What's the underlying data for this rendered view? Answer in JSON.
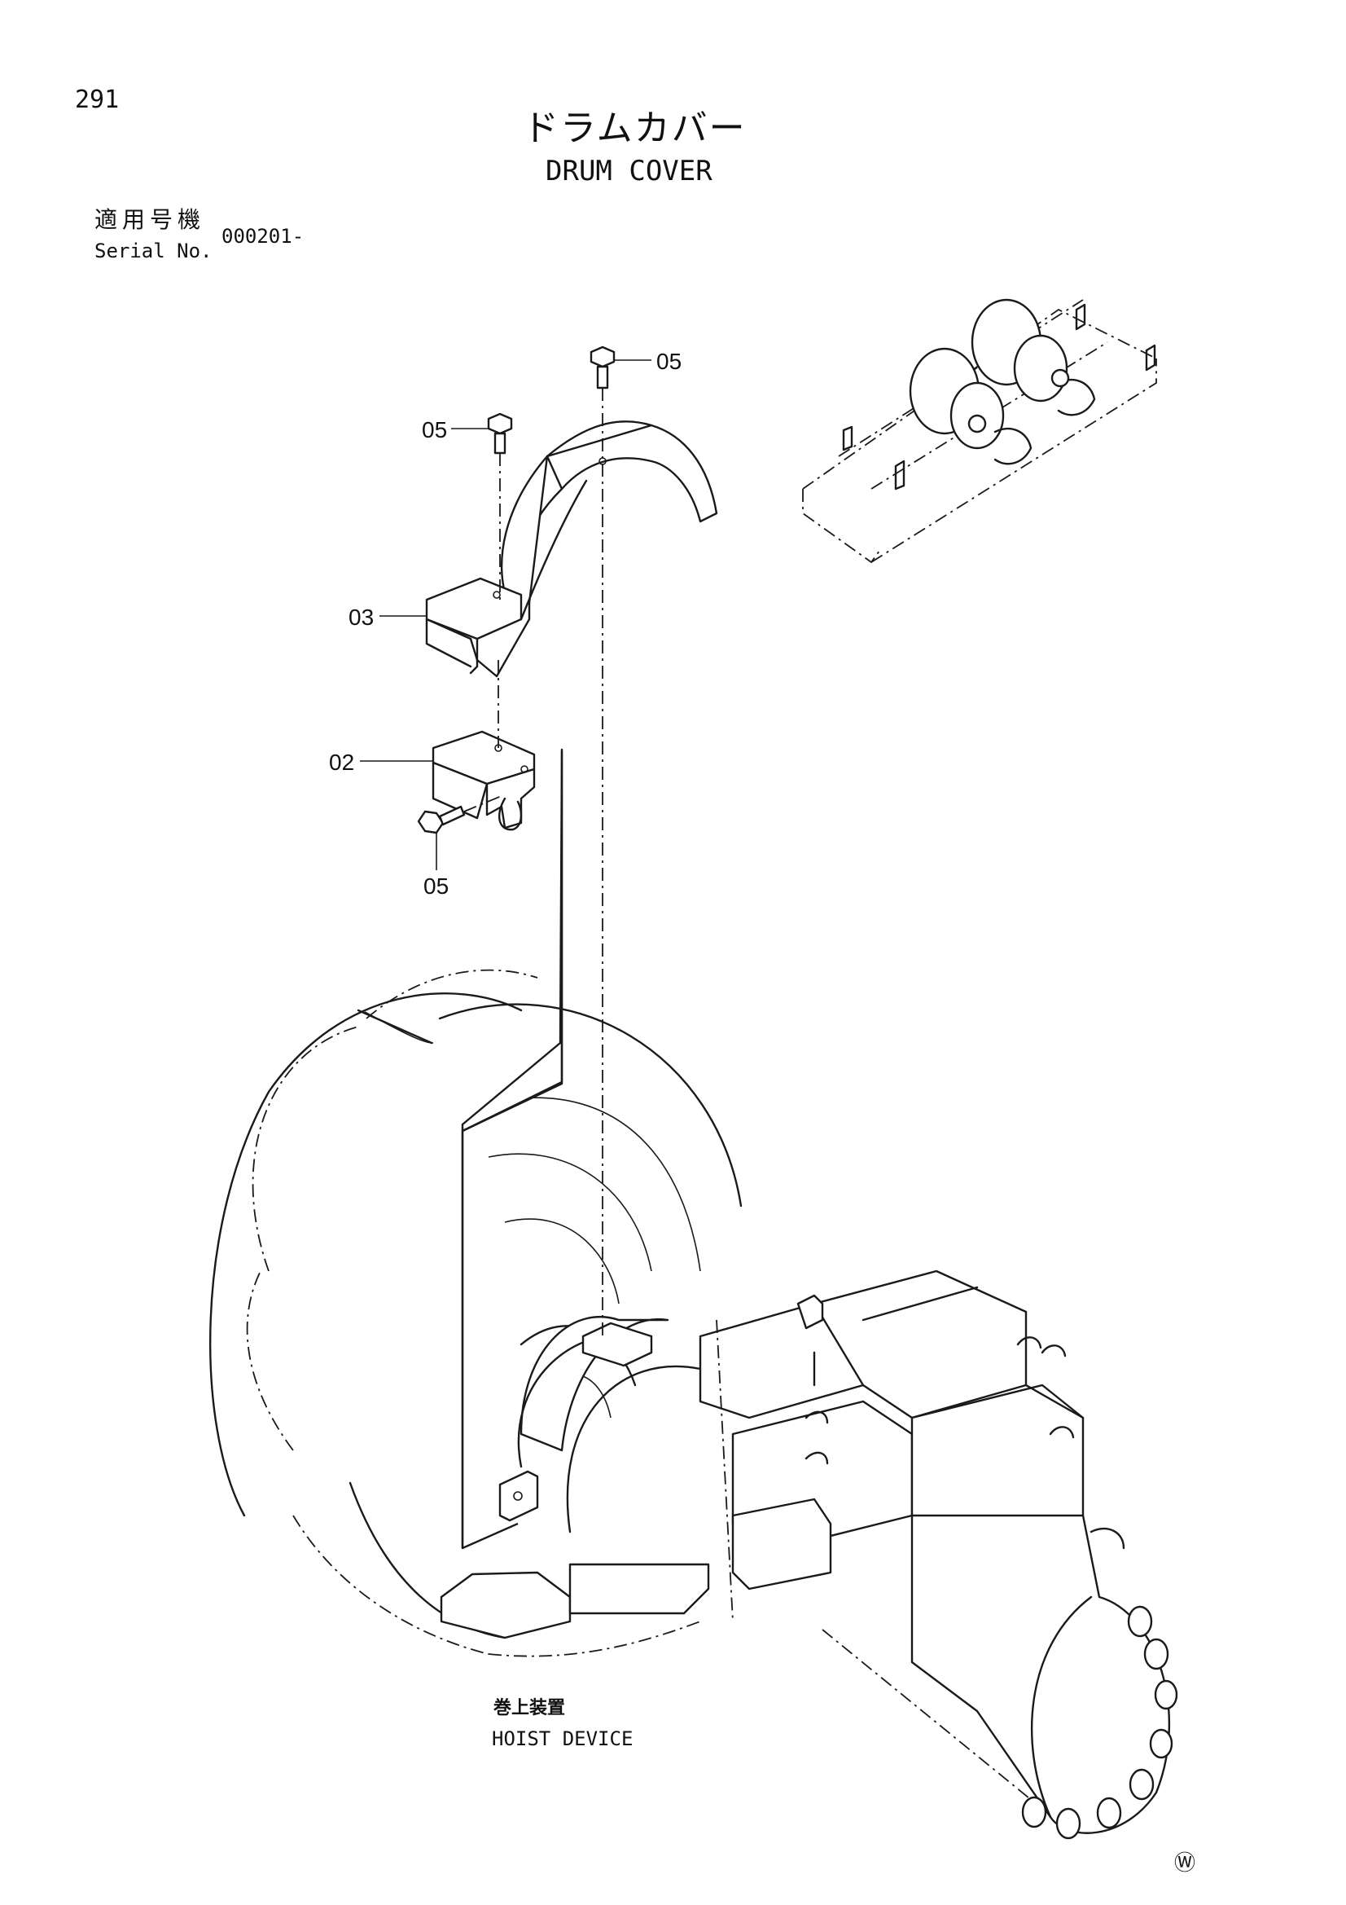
{
  "page_number": "291",
  "title_jp": "ドラムカバー",
  "title_en": "DRUM COVER",
  "serial": {
    "label_jp": "適用号機",
    "label_en": "Serial No.",
    "value": "000201-"
  },
  "callouts": {
    "bolt_top": "05",
    "bolt_left": "05",
    "cover": "03",
    "bracket": "02",
    "bolt_bottom": "05"
  },
  "hoist": {
    "label_jp": "巻上装置",
    "label_en": "HOIST DEVICE"
  },
  "mark": "Ⓦ"
}
